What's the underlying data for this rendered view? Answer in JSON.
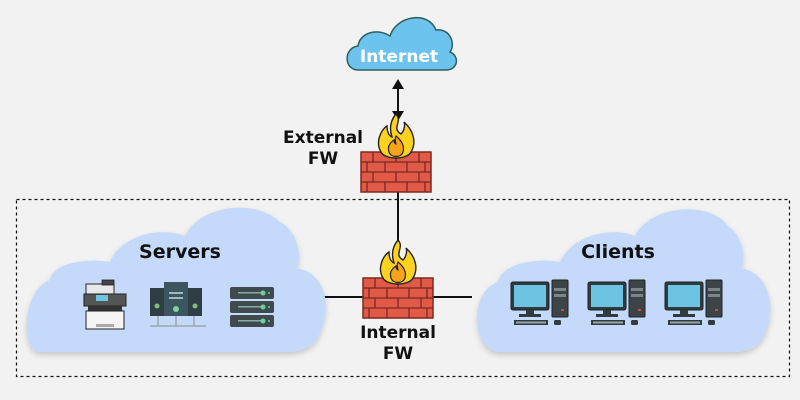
{
  "title": "Network firewall topology",
  "colors": {
    "background": "#f2f2f2",
    "internet_cloud_fill": "#6cc3ee",
    "internet_cloud_stroke": "#2f5f5c",
    "zone_cloud_fill": "#c5d9fb",
    "brick": "#e05a47",
    "brick_mortar": "#7a2a20",
    "flame_outer": "#ffd21f",
    "flame_inner": "#f7a21b",
    "line": "#111111"
  },
  "nodes": {
    "internet": {
      "label": "Internet"
    },
    "external_fw": {
      "label_line1": "External",
      "label_line2": "FW"
    },
    "internal_fw": {
      "label_line1": "Internal",
      "label_line2": "FW"
    },
    "servers_zone": {
      "label": "Servers",
      "devices": [
        {
          "icon": "printer-icon",
          "name": "Multifunction printer"
        },
        {
          "icon": "server-cluster-icon",
          "name": "Server cluster"
        },
        {
          "icon": "rack-server-icon",
          "name": "Rack server"
        }
      ]
    },
    "clients_zone": {
      "label": "Clients",
      "devices": [
        {
          "icon": "desktop-computer-icon",
          "name": "Client PC 1"
        },
        {
          "icon": "desktop-computer-icon",
          "name": "Client PC 2"
        },
        {
          "icon": "desktop-computer-icon",
          "name": "Client PC 3"
        }
      ]
    }
  },
  "edges": [
    {
      "from": "internet",
      "to": "external_fw",
      "style": "bidirectional-arrow"
    },
    {
      "from": "external_fw",
      "to": "internal_fw",
      "style": "line"
    },
    {
      "from": "internal_fw",
      "to": "servers_zone",
      "style": "line"
    },
    {
      "from": "internal_fw",
      "to": "clients_zone",
      "style": "line"
    }
  ],
  "internal_network_boundary": {
    "style": "dashed"
  }
}
